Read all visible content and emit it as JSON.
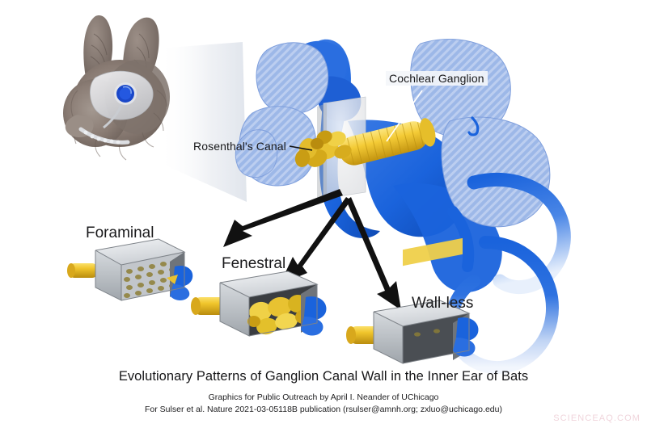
{
  "figure": {
    "title": "Evolutionary Patterns of Ganglion Canal Wall in the Inner Ear of Bats",
    "credit_line_1": "Graphics for Public Outreach by April I. Neander of UChicago",
    "credit_line_2": "For Sulser et al. Nature 2021-03-05118B publication (rsulser@amnh.org; zxluo@uchicago.edu)",
    "watermark": "SCIENCEAQ.COM"
  },
  "callouts": [
    {
      "id": "cochlear-ganglion",
      "label": "Cochlear Ganglion"
    },
    {
      "id": "rosenthals-canal",
      "label": "Rosenthal's Canal"
    }
  ],
  "specimens": [
    {
      "id": "foraminal",
      "label": "Foraminal"
    },
    {
      "id": "fenestral",
      "label": "Fenestral"
    },
    {
      "id": "wall-less",
      "label": "Wall-less"
    }
  ],
  "colors": {
    "cochlea_solid_blue": "#1A63DC",
    "cochlea_hatch_blue": "#9DB8E8",
    "cochlea_hatch_stripe": "#BCCEF0",
    "ganglion_gold": "#D8A81C",
    "ganglion_gold_light": "#F2CE3E",
    "specimen_wall_gray": "#B9BDC2",
    "specimen_wall_light": "#E2E5E8",
    "arrow_black": "#111111",
    "bat_fur_brown": "#8A7C74",
    "background": "#FFFFFF"
  }
}
